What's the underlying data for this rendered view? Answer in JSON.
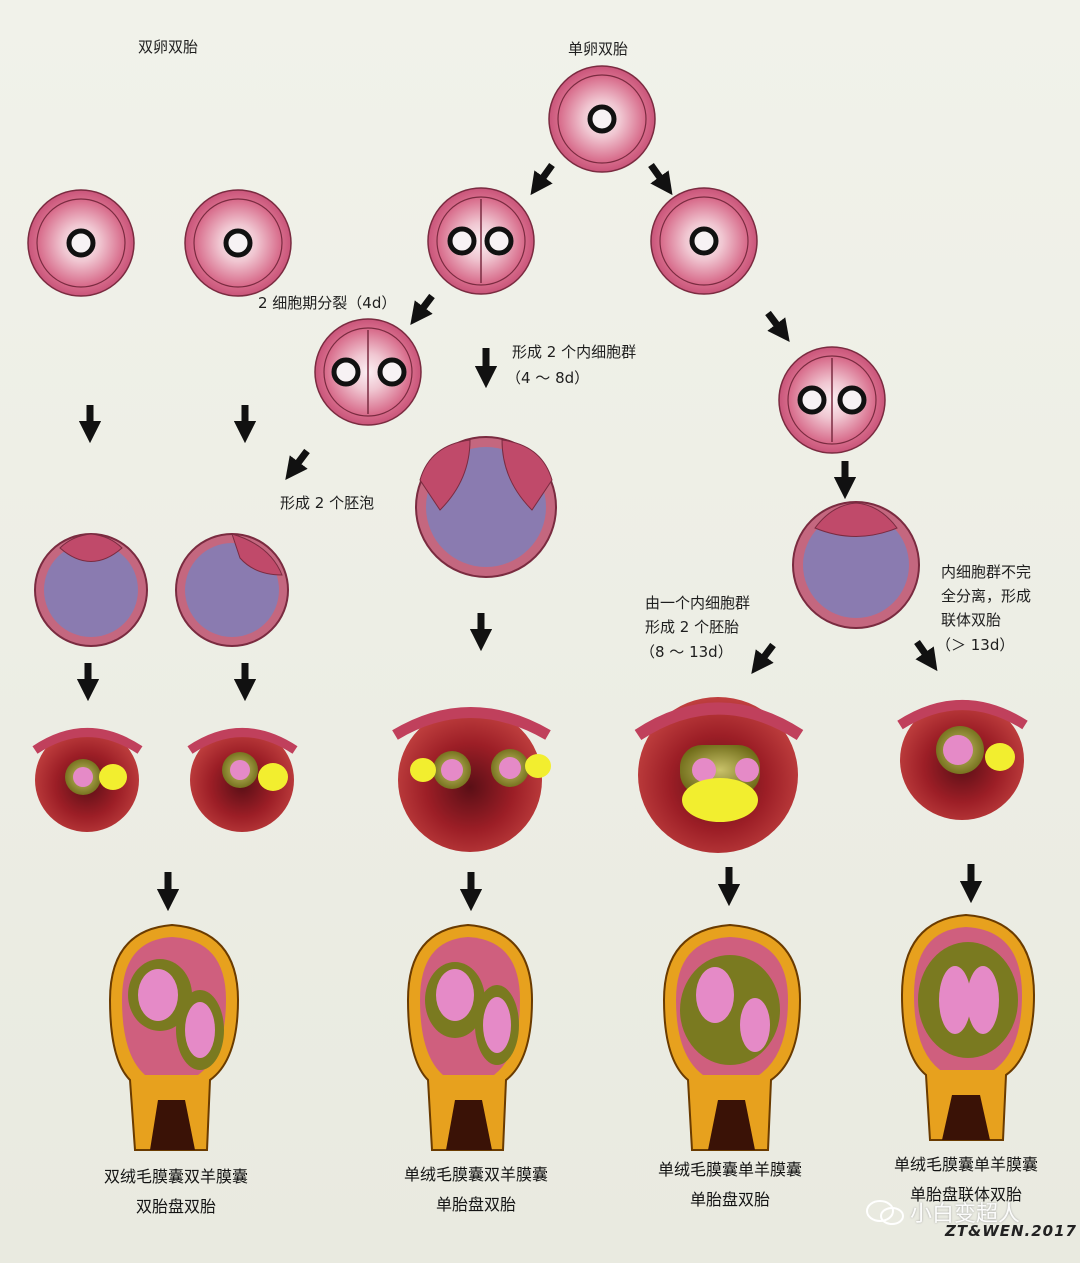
{
  "headings": {
    "dizygotic": "双卵双胎",
    "monozygotic": "单卵双胎"
  },
  "stage_labels": {
    "two_cell_split": "2 细胞期分裂（4d）",
    "two_blastocysts": "形成 2 个胚泡",
    "two_icm_line1": "形成 2 个内细胞群",
    "two_icm_line2": "（4 ～ 8d）",
    "one_icm_line1": "由一个内细胞群",
    "one_icm_line2": "形成 2 个胚胎",
    "one_icm_line3": "（8 ～ 13d）",
    "conjoined_line1": "内细胞群不完",
    "conjoined_line2": "全分离，形成",
    "conjoined_line3": "联体双胎",
    "conjoined_line4": "（＞ 13d）"
  },
  "captions": [
    {
      "line1": "双绒毛膜囊双羊膜囊",
      "line2": "双胎盘双胎"
    },
    {
      "line1": "单绒毛膜囊双羊膜囊",
      "line2": "单胎盘双胎"
    },
    {
      "line1": "单绒毛膜囊单羊膜囊",
      "line2": "单胎盘双胎"
    },
    {
      "line1": "单绒毛膜囊单羊膜囊",
      "line2": "单胎盘联体双胎"
    }
  ],
  "watermark": "小白变超人",
  "signature": "ZT&WEN.2017",
  "colors": {
    "zygote_pink": "#cf5f7e",
    "zygote_light": "#f3dbe2",
    "blastocyst_cavity": "#8a7bb0",
    "decidua_red": "#a8242a",
    "yolk_sac": "#f2ee2f",
    "amnion_olive": "#7a7a20",
    "embryo_pink": "#e58ac7",
    "uterus_orange": "#e7a11e",
    "arrow": "#111111"
  }
}
